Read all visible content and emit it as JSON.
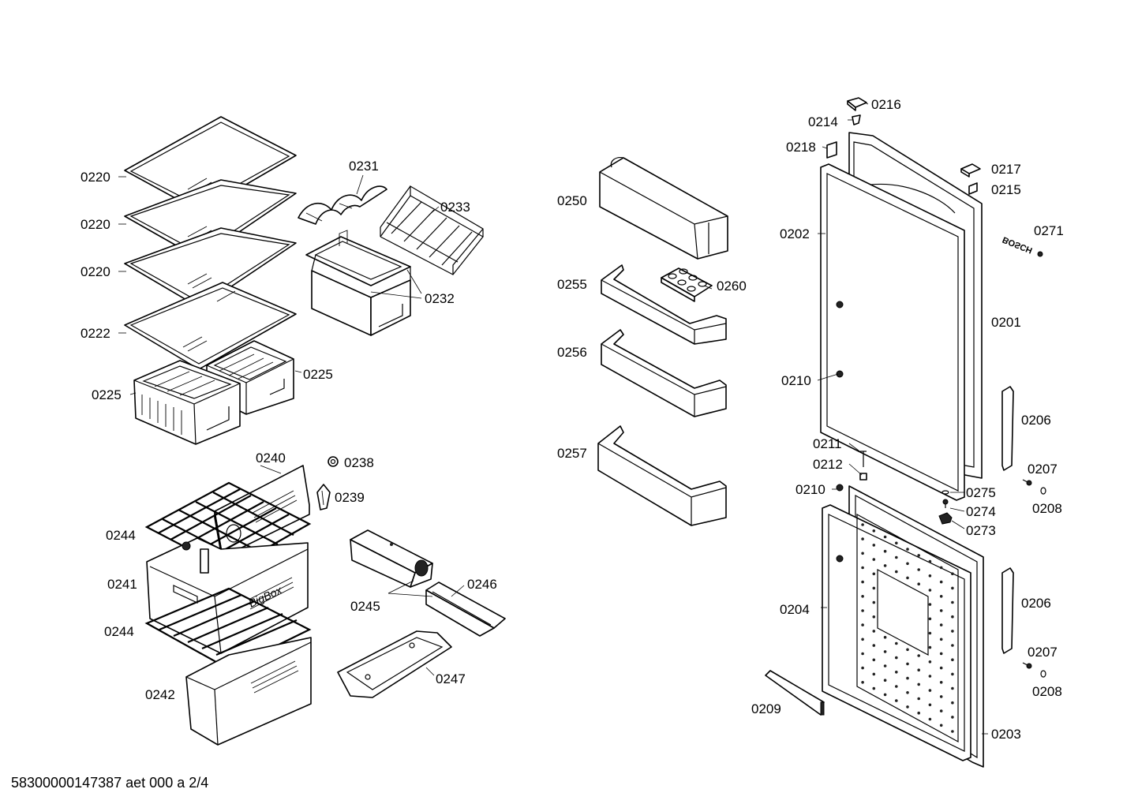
{
  "labels": {
    "l0220a": "0220",
    "l0220b": "0220",
    "l0220c": "0220",
    "l0222": "0222",
    "l0225a": "0225",
    "l0225b": "0225",
    "l0231": "0231",
    "l0233": "0233",
    "l0232": "0232",
    "l0240": "0240",
    "l0238": "0238",
    "l0239": "0239",
    "l0244a": "0244",
    "l0241": "0241",
    "l0244b": "0244",
    "l0242": "0242",
    "l0245": "0245",
    "l0246": "0246",
    "l0247": "0247",
    "l0250": "0250",
    "l0255": "0255",
    "l0260": "0260",
    "l0256": "0256",
    "l0257": "0257",
    "l0216": "0216",
    "l0214": "0214",
    "l0218": "0218",
    "l0217": "0217",
    "l0215": "0215",
    "l0202": "0202",
    "l0271": "0271",
    "l0201": "0201",
    "l0210a": "0210",
    "l0206a": "0206",
    "l0211": "0211",
    "l0212": "0212",
    "l0207a": "0207",
    "l0210b": "0210",
    "l0275": "0275",
    "l0208a": "0208",
    "l0274": "0274",
    "l0273": "0273",
    "l0204": "0204",
    "l0206b": "0206",
    "l0207b": "0207",
    "l0208b": "0208",
    "l0209": "0209",
    "l0203": "0203"
  },
  "crisper_brand": "BigBox",
  "logo_text": "BOSCH",
  "footer": "58300000147387 aet 000 a 2/4"
}
